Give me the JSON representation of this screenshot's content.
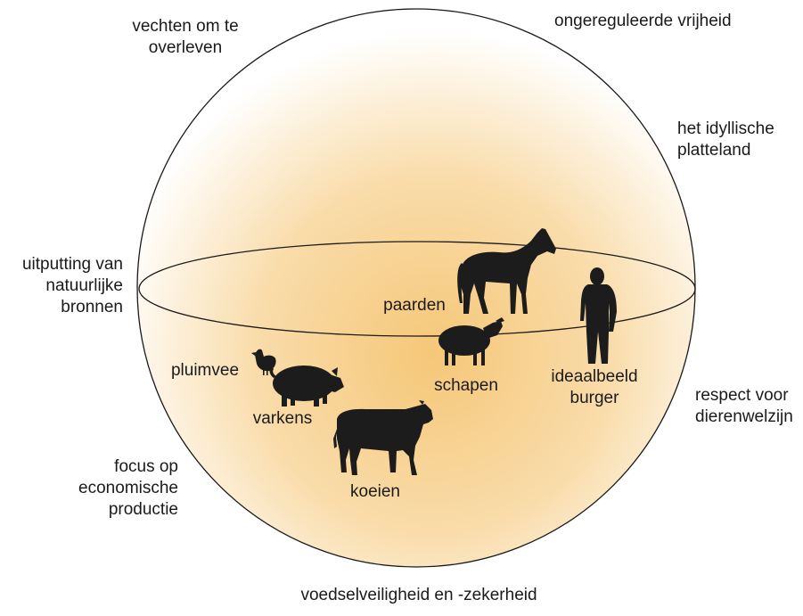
{
  "outer_labels": {
    "top_left": [
      "vechten om te",
      "overleven"
    ],
    "top_right": "ongereguleerde vrijheid",
    "right_upper": [
      "het idyllische",
      "platteland"
    ],
    "left_middle": [
      "uitputting van",
      "natuurlijke",
      "bronnen"
    ],
    "right_lower": [
      "respect voor",
      "dierenwelzijn"
    ],
    "left_lower": [
      "focus op",
      "economische",
      "productie"
    ],
    "bottom": "voedselveiligheid en -zekerheid"
  },
  "figures": {
    "horses": "paarden",
    "sheep": "schapen",
    "citizen": [
      "ideaalbeeld",
      "burger"
    ],
    "poultry": "pluimvee",
    "pigs": "varkens",
    "cows": "koeien"
  },
  "colors": {
    "sphere_center": "#f5c778",
    "sphere_edge": "#ffffff",
    "silhouette": "#1c1c1c",
    "outline": "#1a1a1a"
  }
}
